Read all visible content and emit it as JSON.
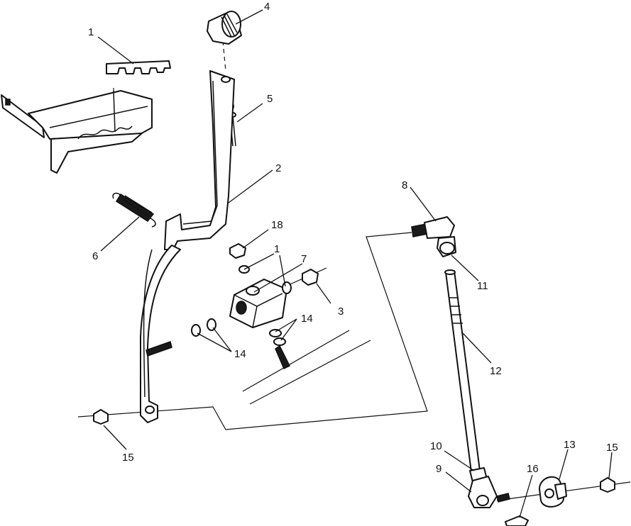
{
  "callouts": {
    "c1a": "1",
    "c1b": "1",
    "c2": "2",
    "c3": "3",
    "c4": "4",
    "c5": "5",
    "c6": "6",
    "c7": "7",
    "c8": "8",
    "c9": "9",
    "c10": "10",
    "c11": "11",
    "c12": "12",
    "c13": "13",
    "c14a": "14",
    "c14b": "14",
    "c15a": "15",
    "c15b": "15",
    "c16": "16",
    "c18": "18"
  }
}
